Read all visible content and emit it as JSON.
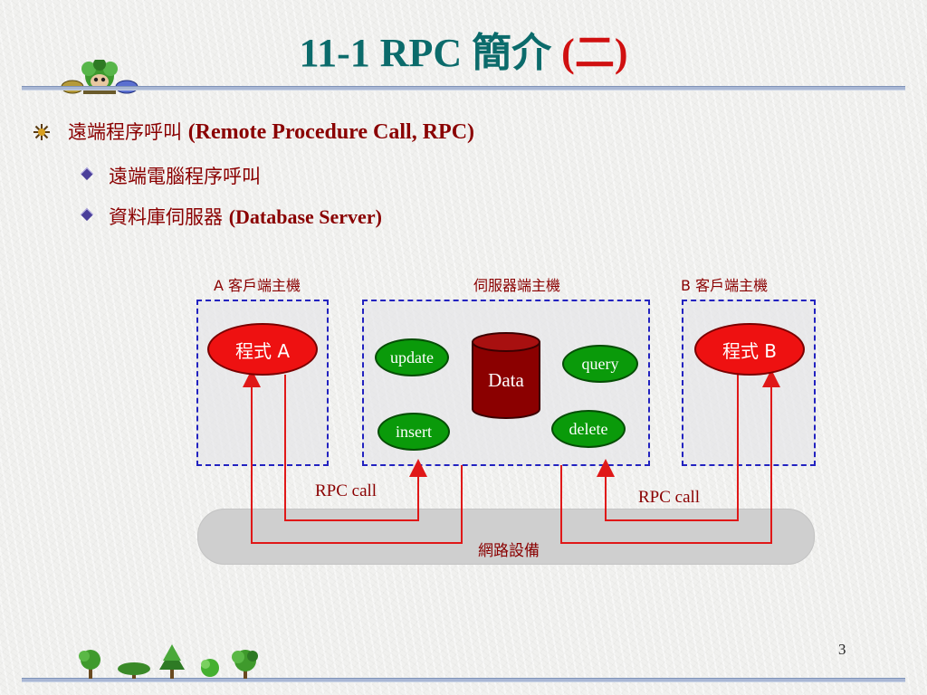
{
  "slide": {
    "title": {
      "main": "11-1 RPC 簡介 ",
      "suffix": "(二)"
    },
    "bullets": {
      "level1": {
        "text_cjk": "遠端程序呼叫 ",
        "text_en": "(Remote Procedure Call, RPC)"
      },
      "level2": [
        {
          "text_cjk": "遠端電腦程序呼叫",
          "text_en": ""
        },
        {
          "text_cjk": "資料庫伺服器 ",
          "text_en": "(Database Server)"
        }
      ]
    },
    "page_number": "3"
  },
  "diagram": {
    "client_a": {
      "label": "A 客戶端主機",
      "program": "程式 A"
    },
    "server": {
      "label": "伺服器端主機",
      "data": "Data",
      "operations": {
        "update": "update",
        "query": "query",
        "insert": "insert",
        "delete": "delete"
      }
    },
    "client_b": {
      "label": "B 客戶端主機",
      "program": "程式 B"
    },
    "network": "網路設備",
    "rpc_call_left": "RPC call",
    "rpc_call_right": "RPC call",
    "colors": {
      "title": "#0b6b6b",
      "accent_red": "#d01010",
      "text_dark_red": "#8a0000",
      "dashed_border": "#2222c0",
      "program_oval": "#ee1111",
      "operation_oval": "#0a9a0a",
      "database": "#8b0000"
    }
  }
}
